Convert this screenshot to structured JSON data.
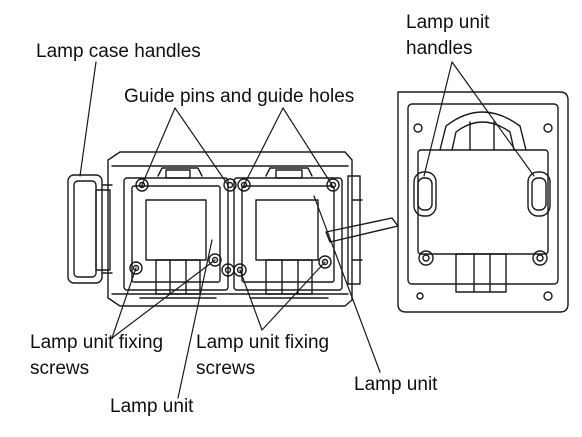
{
  "labels": {
    "lamp_case_handles": "Lamp case handles",
    "guide_pins": "Guide pins and guide holes",
    "lamp_unit_handles_line1": "Lamp unit",
    "lamp_unit_handles_line2": "handles",
    "fixing_screws_left_line1": "Lamp unit fixing",
    "fixing_screws_left_line2": "screws",
    "fixing_screws_mid_line1": "Lamp unit fixing",
    "fixing_screws_mid_line2": "screws",
    "lamp_unit_right": "Lamp unit",
    "lamp_unit_bottom": "Lamp unit"
  },
  "colors": {
    "line": "#1a1a1a",
    "background": "#ffffff"
  }
}
